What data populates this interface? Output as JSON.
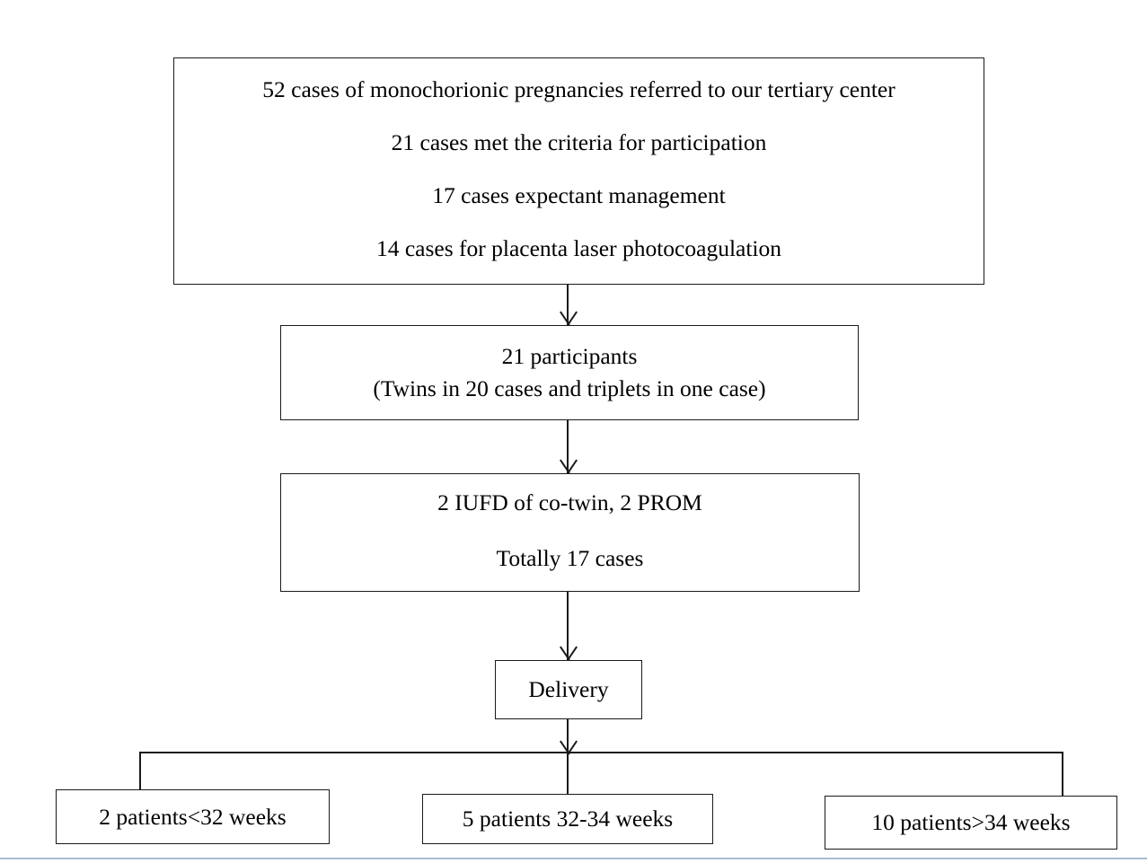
{
  "figure": {
    "type": "flowchart",
    "orientation": "top-to-bottom",
    "nodes": {
      "intake": {
        "lines": [
          "52 cases of monochorionic pregnancies referred to our tertiary center",
          "21 cases met the criteria for participation",
          "17 cases expectant management",
          "14 cases for placenta laser photocoagulation"
        ]
      },
      "participants": {
        "lines": [
          "21 participants",
          "(Twins in 20 cases and triplets in one case)"
        ]
      },
      "complications": {
        "lines": [
          "2 IUFD of co-twin, 2 PROM",
          "Totally 17 cases"
        ]
      },
      "delivery": {
        "lines": [
          "Delivery"
        ]
      },
      "outcome_lt32": {
        "lines": [
          "2 patients<32 weeks"
        ]
      },
      "outcome_32to34": {
        "lines": [
          "5 patients 32-34 weeks"
        ]
      },
      "outcome_gt34": {
        "lines": [
          "10 patients>34 weeks"
        ]
      }
    },
    "colors": {
      "box_border": "#1a1a1a",
      "connector": "#1a1a1a",
      "background": "#ffffff",
      "footer_rule": "#a8bdd0"
    }
  }
}
